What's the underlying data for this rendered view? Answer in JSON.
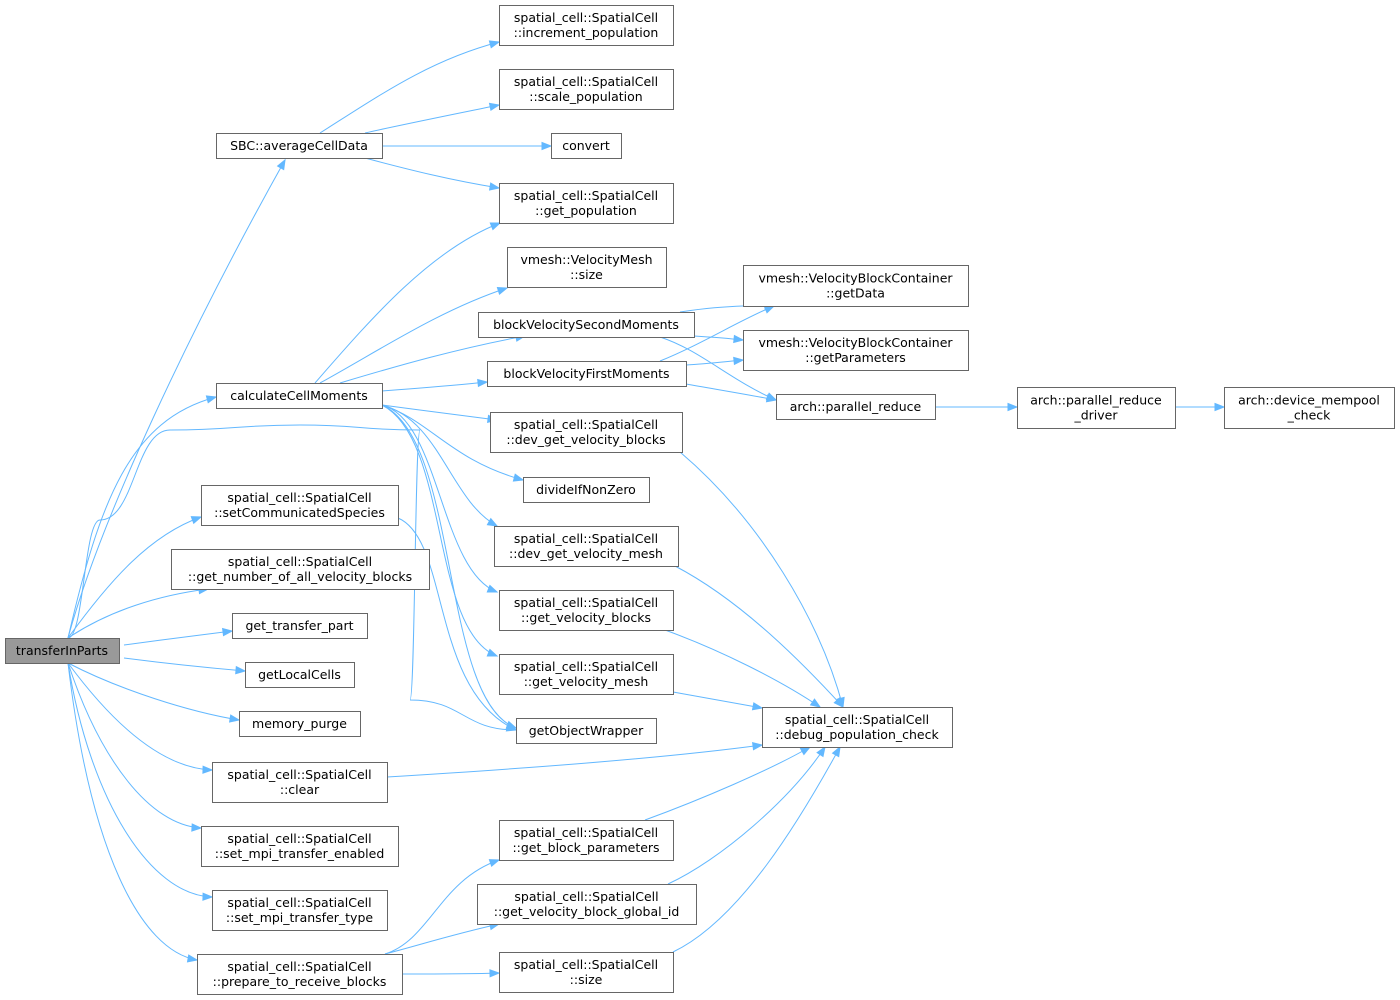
{
  "graph": {
    "nodes": [
      {
        "id": "n0",
        "lines": [
          "transferInParts"
        ],
        "root": true
      },
      {
        "id": "n1",
        "lines": [
          "SBC::averageCellData"
        ]
      },
      {
        "id": "n2",
        "lines": [
          "spatial_cell::SpatialCell",
          "::increment_population"
        ]
      },
      {
        "id": "n3",
        "lines": [
          "spatial_cell::SpatialCell",
          "::scale_population"
        ]
      },
      {
        "id": "n4",
        "lines": [
          "convert"
        ]
      },
      {
        "id": "n5",
        "lines": [
          "spatial_cell::SpatialCell",
          "::get_population"
        ]
      },
      {
        "id": "n6",
        "lines": [
          "calculateCellMoments"
        ]
      },
      {
        "id": "n7",
        "lines": [
          "vmesh::VelocityMesh",
          "::size"
        ]
      },
      {
        "id": "n8",
        "lines": [
          "blockVelocitySecondMoments"
        ]
      },
      {
        "id": "n9",
        "lines": [
          "vmesh::VelocityBlockContainer",
          "::getData"
        ]
      },
      {
        "id": "n10",
        "lines": [
          "vmesh::VelocityBlockContainer",
          "::getParameters"
        ]
      },
      {
        "id": "n11",
        "lines": [
          "blockVelocityFirstMoments"
        ]
      },
      {
        "id": "n12",
        "lines": [
          "arch::parallel_reduce"
        ]
      },
      {
        "id": "n13",
        "lines": [
          "arch::parallel_reduce",
          "_driver"
        ]
      },
      {
        "id": "n14",
        "lines": [
          "arch::device_mempool",
          "_check"
        ]
      },
      {
        "id": "n15",
        "lines": [
          "spatial_cell::SpatialCell",
          "::dev_get_velocity_blocks"
        ]
      },
      {
        "id": "n16",
        "lines": [
          "divideIfNonZero"
        ]
      },
      {
        "id": "n17",
        "lines": [
          "spatial_cell::SpatialCell",
          "::dev_get_velocity_mesh"
        ]
      },
      {
        "id": "n18",
        "lines": [
          "spatial_cell::SpatialCell",
          "::get_velocity_blocks"
        ]
      },
      {
        "id": "n19",
        "lines": [
          "spatial_cell::SpatialCell",
          "::get_velocity_mesh"
        ]
      },
      {
        "id": "n20",
        "lines": [
          "getObjectWrapper"
        ]
      },
      {
        "id": "n21",
        "lines": [
          "spatial_cell::SpatialCell",
          "::debug_population_check"
        ]
      },
      {
        "id": "n22",
        "lines": [
          "spatial_cell::SpatialCell",
          "::setCommunicatedSpecies"
        ]
      },
      {
        "id": "n23",
        "lines": [
          "spatial_cell::SpatialCell",
          "::get_number_of_all_velocity_blocks"
        ]
      },
      {
        "id": "n24",
        "lines": [
          "get_transfer_part"
        ]
      },
      {
        "id": "n25",
        "lines": [
          "getLocalCells"
        ]
      },
      {
        "id": "n26",
        "lines": [
          "memory_purge"
        ]
      },
      {
        "id": "n27",
        "lines": [
          "spatial_cell::SpatialCell",
          "::clear"
        ]
      },
      {
        "id": "n28",
        "lines": [
          "spatial_cell::SpatialCell",
          "::set_mpi_transfer_enabled"
        ]
      },
      {
        "id": "n29",
        "lines": [
          "spatial_cell::SpatialCell",
          "::set_mpi_transfer_type"
        ]
      },
      {
        "id": "n30",
        "lines": [
          "spatial_cell::SpatialCell",
          "::prepare_to_receive_blocks"
        ]
      },
      {
        "id": "n31",
        "lines": [
          "spatial_cell::SpatialCell",
          "::get_block_parameters"
        ]
      },
      {
        "id": "n32",
        "lines": [
          "spatial_cell::SpatialCell",
          "::get_velocity_block_global_id"
        ]
      },
      {
        "id": "n33",
        "lines": [
          "spatial_cell::SpatialCell",
          "::size"
        ]
      }
    ],
    "edges": [
      [
        "n0",
        "n1"
      ],
      [
        "n0",
        "n6"
      ],
      [
        "n0",
        "n20"
      ],
      [
        "n0",
        "n22"
      ],
      [
        "n0",
        "n23"
      ],
      [
        "n0",
        "n24"
      ],
      [
        "n0",
        "n25"
      ],
      [
        "n0",
        "n26"
      ],
      [
        "n0",
        "n27"
      ],
      [
        "n0",
        "n28"
      ],
      [
        "n0",
        "n29"
      ],
      [
        "n0",
        "n30"
      ],
      [
        "n1",
        "n2"
      ],
      [
        "n1",
        "n3"
      ],
      [
        "n1",
        "n4"
      ],
      [
        "n1",
        "n5"
      ],
      [
        "n6",
        "n5"
      ],
      [
        "n6",
        "n7"
      ],
      [
        "n6",
        "n8"
      ],
      [
        "n6",
        "n11"
      ],
      [
        "n6",
        "n15"
      ],
      [
        "n6",
        "n16"
      ],
      [
        "n6",
        "n17"
      ],
      [
        "n6",
        "n18"
      ],
      [
        "n6",
        "n19"
      ],
      [
        "n6",
        "n20"
      ],
      [
        "n8",
        "n9"
      ],
      [
        "n8",
        "n10"
      ],
      [
        "n8",
        "n12"
      ],
      [
        "n11",
        "n9"
      ],
      [
        "n11",
        "n10"
      ],
      [
        "n11",
        "n12"
      ],
      [
        "n12",
        "n13"
      ],
      [
        "n13",
        "n14"
      ],
      [
        "n15",
        "n21"
      ],
      [
        "n17",
        "n21"
      ],
      [
        "n18",
        "n21"
      ],
      [
        "n19",
        "n21"
      ],
      [
        "n22",
        "n20"
      ],
      [
        "n27",
        "n21"
      ],
      [
        "n30",
        "n31"
      ],
      [
        "n30",
        "n32"
      ],
      [
        "n30",
        "n33"
      ],
      [
        "n31",
        "n21"
      ],
      [
        "n32",
        "n21"
      ],
      [
        "n33",
        "n21"
      ]
    ]
  }
}
